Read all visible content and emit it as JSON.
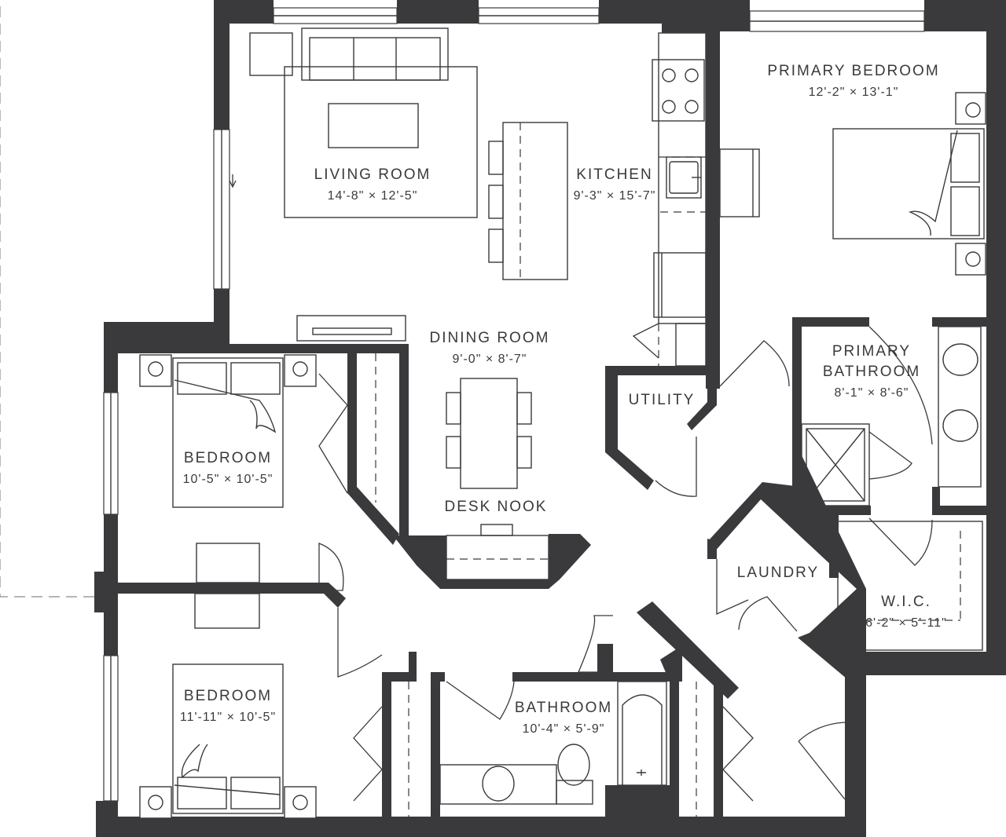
{
  "rooms": {
    "living_room": {
      "name": "LIVING ROOM",
      "dims": "14'-8\" × 12'-5\""
    },
    "kitchen": {
      "name": "KITCHEN",
      "dims": "9'-3\" × 15'-7\""
    },
    "primary_bedroom": {
      "name": "PRIMARY BEDROOM",
      "dims": "12'-2\" × 13'-1\""
    },
    "dining_room": {
      "name": "DINING ROOM",
      "dims": "9'-0\" × 8'-7\""
    },
    "utility": {
      "name": "UTILITY"
    },
    "primary_bathroom": {
      "name_line1": "PRIMARY",
      "name_line2": "BATHROOM",
      "dims": "8'-1\" × 8'-6\""
    },
    "bedroom_1": {
      "name": "BEDROOM",
      "dims": "10'-5\" × 10'-5\""
    },
    "desk_nook": {
      "name": "DESK NOOK"
    },
    "laundry": {
      "name": "LAUNDRY"
    },
    "wic": {
      "name": "W.I.C.",
      "dims": "6'-2\" × 5'-11\""
    },
    "bedroom_2": {
      "name": "BEDROOM",
      "dims": "11'-11\" × 10'-5\""
    },
    "bathroom": {
      "name": "BATHROOM",
      "dims": "10'-4\" × 5'-9\""
    }
  },
  "colors": {
    "wall": "#3a3a3c",
    "background": "#ffffff"
  }
}
